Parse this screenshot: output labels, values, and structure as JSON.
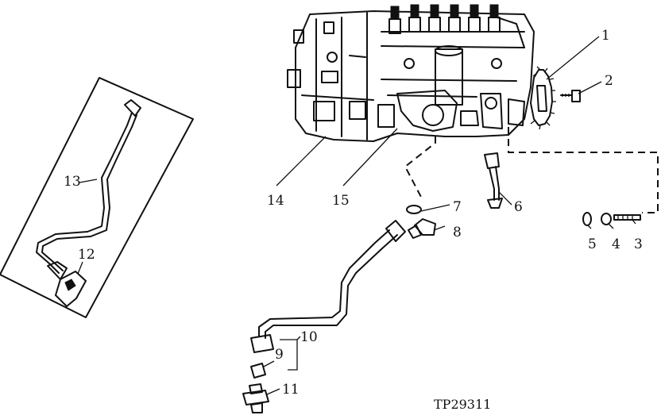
{
  "callouts": {
    "c1": "1",
    "c2": "2",
    "c3": "3",
    "c4": "4",
    "c5": "5",
    "c6": "6",
    "c7": "7",
    "c8": "8",
    "c9": "9",
    "c10": "10",
    "c11": "11",
    "c12": "12",
    "c13": "13",
    "c14": "14",
    "c15": "15"
  },
  "figure_id": "TP29311"
}
